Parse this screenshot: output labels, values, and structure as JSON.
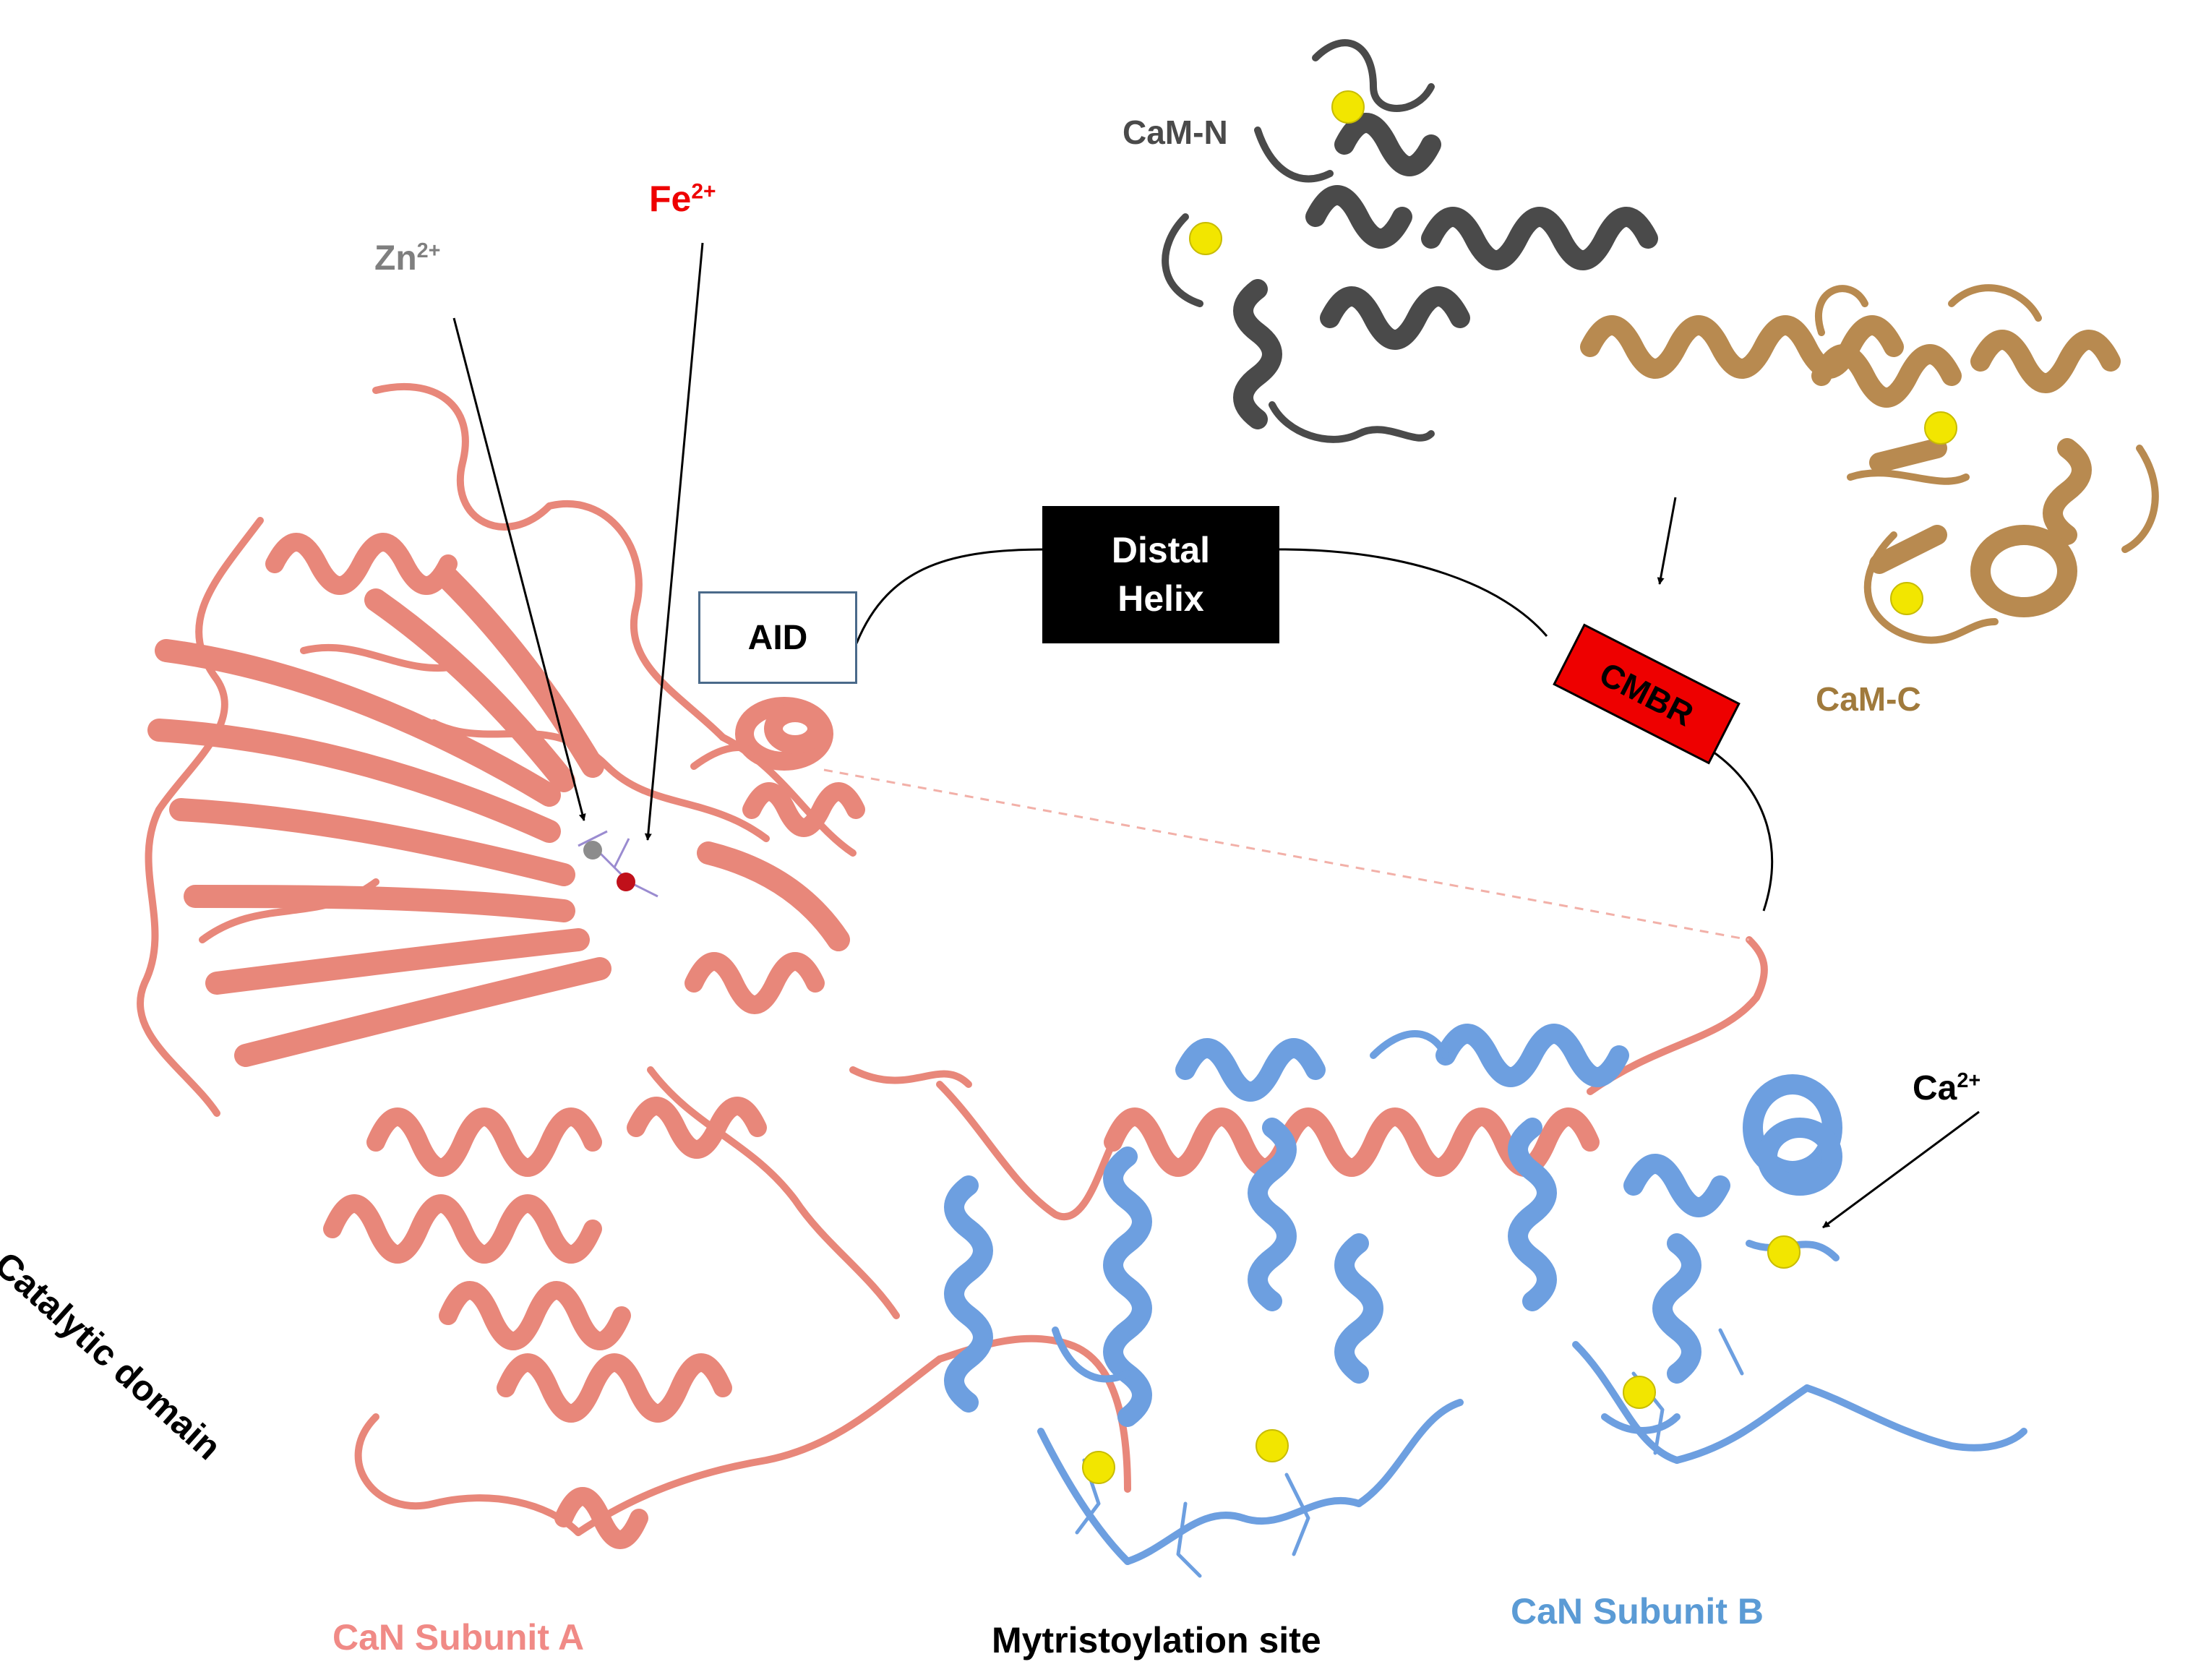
{
  "colors": {
    "subunit_a": "#e8877a",
    "subunit_a_dark": "#b85a4e",
    "subunit_b": "#6d9fe0",
    "subunit_b_dark": "#3d6fb5",
    "cam_n": "#4a4a4a",
    "cam_c": "#b88a50",
    "calcium": "#f2e600",
    "iron": "#c0101a",
    "zinc": "#8c8c8c",
    "cmbr_fill": "#ee0000",
    "label_gray": "#7f7f7f",
    "label_red": "#ee0000",
    "label_brown": "#a07a3c",
    "label_pink": "#f08a86",
    "label_blue": "#5b9bd5"
  },
  "labels": {
    "cam_n": "CaM-N",
    "cam_c": "CaM-C",
    "zn": "Zn",
    "zn_charge": "2+",
    "fe": "Fe",
    "fe_charge": "2+",
    "ca": "Ca",
    "ca_charge": "2+",
    "aid": "AID",
    "distal_line1": "Distal",
    "distal_line2": "Helix",
    "cmbr": "CMBR",
    "catalytic": "Catalytic domain",
    "subunit_a": "CaN Subunit A",
    "subunit_b": "CaN Subunit B",
    "myristoylation": "Mytristoylation site"
  }
}
